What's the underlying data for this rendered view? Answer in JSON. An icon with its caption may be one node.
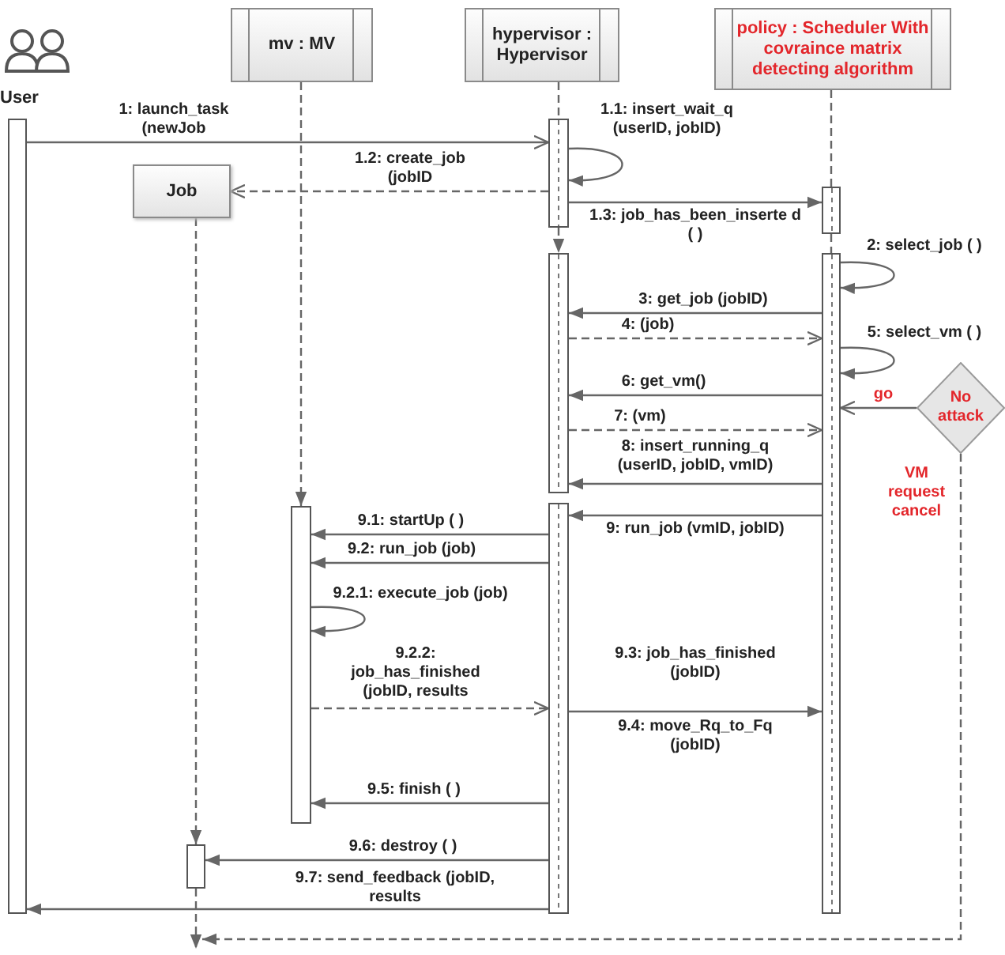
{
  "diagram": {
    "nodes": [
      {
        "text": [
          "User"
        ]
      },
      {
        "text": [
          "mv : MV"
        ]
      },
      {
        "text": [
          "hypervisor : Hypervisor"
        ]
      },
      {
        "text": [
          "policy : Scheduler With covraince matrix detecting algorithm"
        ]
      },
      {
        "text": [
          "Job"
        ]
      },
      {
        "text": [],
        "shape": "bar"
      },
      {
        "text": [],
        "shape": "bar"
      },
      {
        "text": [],
        "shape": "bar"
      },
      {
        "text": [],
        "shape": "bar"
      },
      {
        "text": [],
        "shape": "bar"
      },
      {
        "text": [],
        "shape": "bar"
      },
      {
        "text": [],
        "shape": "bar"
      },
      {
        "text": [],
        "shape": "bar"
      },
      {
        "text": [
          "No attack"
        ]
      }
    ],
    "edges": [
      {
        "from": 5,
        "to": 8,
        "arrow": "to",
        "label": "1: launch_task (newJob"
      },
      {
        "from": 8,
        "to": 8,
        "arrow": "to",
        "label": "1.1: insert_wait_q (userID, jobID)"
      },
      {
        "from": 8,
        "to": 4,
        "arrow": "to",
        "label": "1.2: create_job (jobID",
        "style": "dashed"
      },
      {
        "from": 8,
        "to": 11,
        "arrow": "to",
        "label": "1.3: job_has_been_inserte d ( )"
      },
      {
        "from": 12,
        "to": 12,
        "arrow": "to",
        "label": "2: select_job ( )"
      },
      {
        "from": 12,
        "to": 9,
        "arrow": "to",
        "label": "3: get_job (jobID)"
      },
      {
        "from": 9,
        "to": 12,
        "arrow": "to",
        "label": "4: (job)",
        "style": "dashed"
      },
      {
        "from": 12,
        "to": 12,
        "arrow": "to",
        "label": "5: select_vm ( )"
      },
      {
        "from": 12,
        "to": 9,
        "arrow": "to",
        "label": "6: get_vm()"
      },
      {
        "from": 9,
        "to": 12,
        "arrow": "to",
        "label": "7: (vm)",
        "style": "dashed"
      },
      {
        "from": 12,
        "to": 9,
        "arrow": "to",
        "label": "8: insert_running_q (userID, jobID, vmID)"
      },
      {
        "from": 12,
        "to": 10,
        "arrow": "to",
        "label": "9: run_job (vmID, jobID)"
      },
      {
        "from": 10,
        "to": 7,
        "arrow": "to",
        "label": "9.1: startUp ( )"
      },
      {
        "from": 10,
        "to": 7,
        "arrow": "to",
        "label": "9.2: run_job (job)"
      },
      {
        "from": 7,
        "to": 7,
        "arrow": "to",
        "label": "9.2.1: execute_job (job)"
      },
      {
        "from": 7,
        "to": 10,
        "arrow": "to",
        "label": "9.2.2: job_has_finished (jobID, results",
        "style": "dashed"
      },
      {
        "from": 10,
        "to": 12,
        "arrow": "to",
        "label": "9.3: job_has_finished (jobID)"
      },
      {
        "from": 10,
        "to": 7,
        "arrow": "to",
        "label": "9.5: finish ( )"
      },
      {
        "from": 10,
        "to": 6,
        "arrow": "to",
        "label": "9.6: destroy ( )"
      },
      {
        "from": 10,
        "to": 5,
        "arrow": "to",
        "label": "9.7: send_feedback (jobID, results"
      },
      {
        "from": 13,
        "to": 12,
        "arrow": "to",
        "label": "go"
      },
      {
        "from": 13,
        "to": null,
        "arrow": "to",
        "label": "VM request cancel",
        "style": "dashed"
      },
      {
        "from": 1,
        "to": 7,
        "arrow": "to",
        "style": "dashed"
      },
      {
        "from": 2,
        "to": 8,
        "arrow": "none",
        "style": "dashed"
      },
      {
        "from": 8,
        "to": 9,
        "arrow": "to",
        "style": "dashed"
      },
      {
        "from": 3,
        "to": 11,
        "arrow": "none",
        "style": "dashed"
      },
      {
        "from": 11,
        "to": 12,
        "arrow": "none",
        "style": "dashed"
      },
      {
        "from": 4,
        "to": 6,
        "arrow": "to",
        "style": "dashed"
      },
      {
        "from": 6,
        "to": null,
        "arrow": "to",
        "style": "dashed"
      }
    ],
    "labels": [
      "9.4: move_Rq_to_Fq (jobID)"
    ]
  }
}
